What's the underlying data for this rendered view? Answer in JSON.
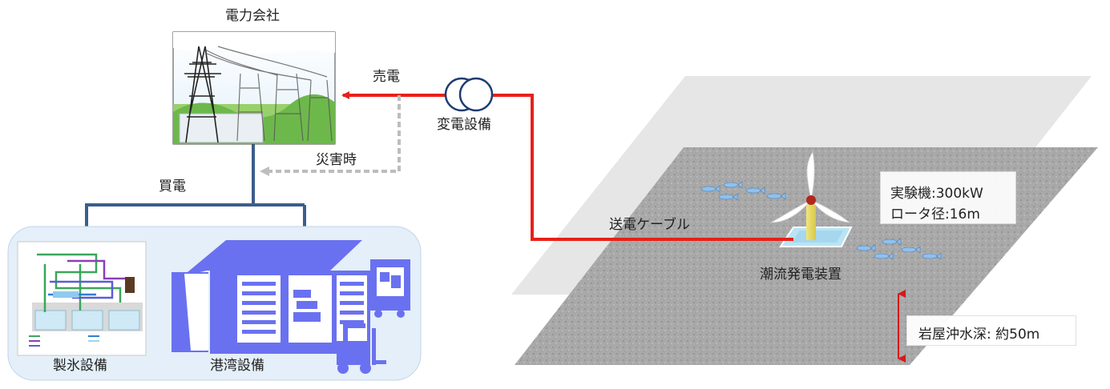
{
  "labels": {
    "power_company": "電力会社",
    "sell_power": "売電",
    "transformer": "変電設備",
    "disaster": "災害時",
    "buy_power": "買電",
    "ice_facility": "製氷設備",
    "port_facility": "港湾設備",
    "cable": "送電ケーブル",
    "tidal_device": "潮流発電装置",
    "spec_capacity": "実験機:300kW",
    "spec_rotor": "ロータ径:16m",
    "depth": "岩屋沖水深: 約50m"
  },
  "icons": [
    "power-tower-icon",
    "transformer-icon",
    "ice-plant-icon",
    "warehouse-icon",
    "truck-icon",
    "forklift-icon",
    "fish-icon",
    "turbine-icon"
  ],
  "colors": {
    "sell_line": "#e8201a",
    "buy_line": "#3b5e8c",
    "disaster_line": "#bdbdbd",
    "facility_bg": "#e4eff9",
    "facility_icons": "#6a71f0",
    "seabed": "#a9a9a9",
    "water_plane": "#e6e6e6",
    "depth_arrow": "#d61a1a"
  }
}
